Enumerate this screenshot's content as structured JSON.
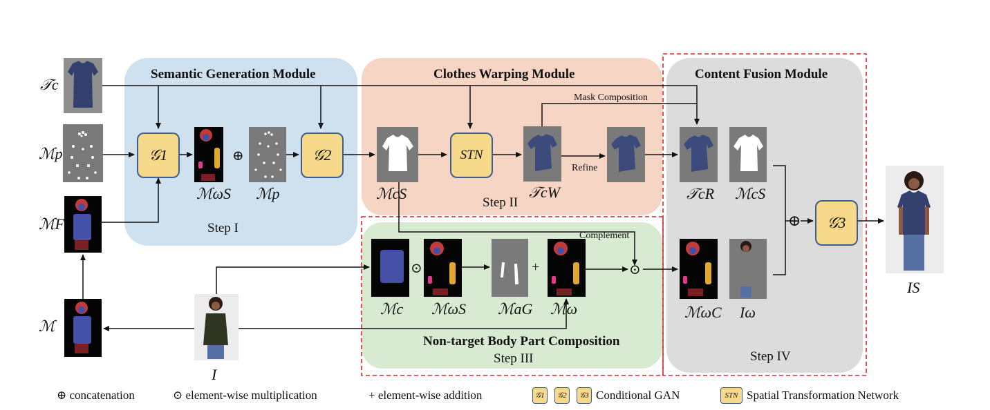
{
  "modules": {
    "semantic": {
      "title": "Semantic Generation Module",
      "step": "Step I"
    },
    "warping": {
      "title": "Clothes Warping Module",
      "step": "Step II"
    },
    "fusion": {
      "title": "Content Fusion Module",
      "step": "Step IV"
    },
    "nontarget": {
      "title": "Non-target Body Part Composition",
      "step": "Step III"
    }
  },
  "symbols": {
    "Tc": "𝒯c",
    "Mp": "ℳp",
    "MF": "ℳF",
    "M": "ℳ",
    "G1": "𝒢1",
    "G2": "𝒢2",
    "G3": "𝒢3",
    "STN": "STN",
    "MwS": "ℳωS",
    "Mp2": "ℳp",
    "McS": "ℳcS",
    "TcW": "𝒯cW",
    "TcR": "𝒯cR",
    "McS2": "ℳcS",
    "MwC": "ℳωC",
    "Iw": "Iω",
    "IS": "IS",
    "I": "I",
    "Mc": "ℳc",
    "MwS2": "ℳωS",
    "MaG": "ℳaG",
    "Mw": "ℳω"
  },
  "annotations": {
    "mask_composition": "Mask Composition",
    "refine": "Refine",
    "complement": "Complement"
  },
  "operators": {
    "concat": "⊕",
    "multiply": "⊙",
    "add": "+"
  },
  "legend": {
    "concat": "concatenation",
    "multiply": "element-wise multiplication",
    "add": "element-wise addition",
    "cgan": "Conditional GAN",
    "stn": "Spatial Transformation Network",
    "g1": "𝒢1",
    "g2": "𝒢2",
    "g3": "𝒢3",
    "stn_box": "STN"
  },
  "colors": {
    "semantic_bg": "#cfe0ef",
    "warping_bg": "#f7d5c4",
    "nontarget_bg": "#d8ebd2",
    "fusion_bg": "#dcdcdc",
    "gan_fill": "#f7d98c",
    "gan_border": "#3b5d8f",
    "dashed_border": "#d9262c",
    "shirt": "#3d4a7c",
    "mask_red": "#c23a3a",
    "mask_blue": "#4350a6",
    "mask_pink": "#e1398e",
    "mask_yellow": "#e0a830",
    "mask_gray": "#7a7a7a"
  }
}
